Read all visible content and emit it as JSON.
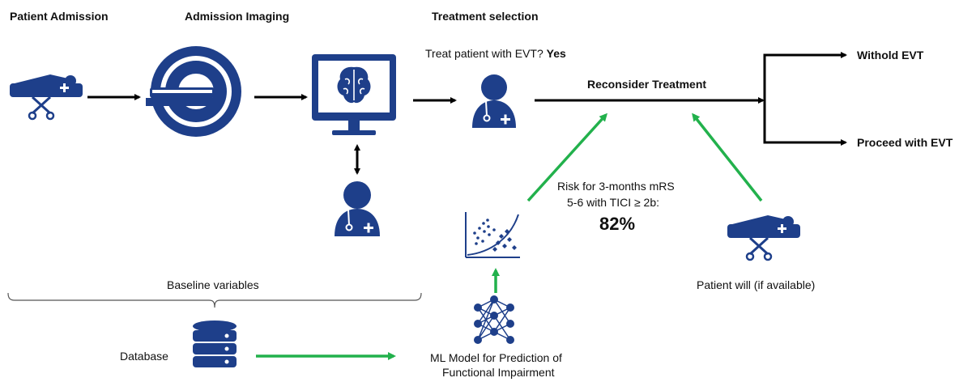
{
  "headers": {
    "patient_admission": "Patient Admission",
    "admission_imaging": "Admission Imaging",
    "treatment_selection": "Treatment selection"
  },
  "question": {
    "prefix": "Treat patient with EVT?",
    "answer": "Yes"
  },
  "reconsider": "Reconsider Treatment",
  "outcomes": {
    "withhold": "Withold EVT",
    "proceed": "Proceed with EVT"
  },
  "risk": {
    "line1": "Risk for 3-months mRS",
    "line2": "5-6 with TICI ≥ 2b:",
    "value": "82%"
  },
  "patient_will": "Patient will (if available)",
  "baseline": "Baseline variables",
  "database": "Database",
  "ml_model": {
    "line1": "ML Model for Prediction of",
    "line2": "Functional Impairment"
  },
  "colors": {
    "icon_blue": "#1e3f8a",
    "arrow_green": "#22b14c",
    "arrow_black": "#000000"
  }
}
